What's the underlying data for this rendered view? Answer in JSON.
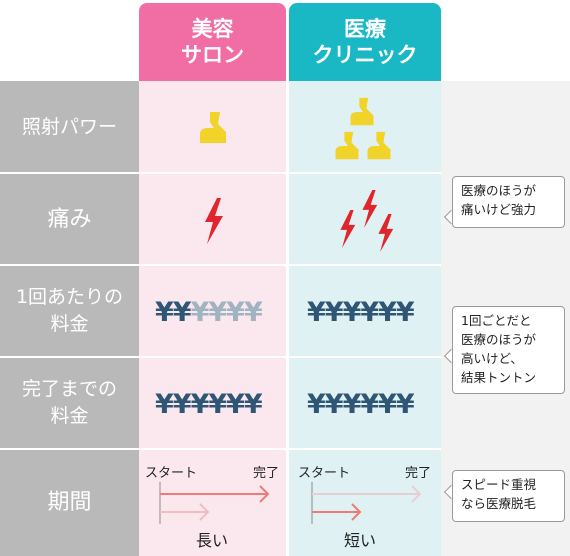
{
  "headers": {
    "salon": [
      "美容",
      "サロン"
    ],
    "clinic": [
      "医療",
      "クリニック"
    ]
  },
  "rows": {
    "power": [
      "照射パワー"
    ],
    "pain": [
      "痛み"
    ],
    "per_session": [
      "1回あたりの",
      "料金"
    ],
    "total": [
      "完了までの",
      "料金"
    ],
    "period": [
      "期間"
    ]
  },
  "yen": {
    "salon_per_session_strong": "¥¥",
    "salon_per_session_dim": "¥¥¥¥",
    "clinic_per_session": "¥¥¥¥¥¥",
    "salon_total": "¥¥¥¥¥¥",
    "clinic_total": "¥¥¥¥¥¥"
  },
  "period": {
    "start": "スタート",
    "end": "完了",
    "salon_caption": "長い",
    "clinic_caption": "短い"
  },
  "notes": {
    "pain": [
      "医療のほうが",
      "痛いけど強力"
    ],
    "cost": [
      "1回ごとだと",
      "医療のほうが",
      "高いけど、",
      "結果トントン"
    ],
    "period": [
      "スピード重視",
      "なら医療脱毛"
    ]
  },
  "colors": {
    "salon_header": "#f06ea4",
    "clinic_header": "#1ab8c4",
    "label_bg": "#b9b9b9",
    "yen": "#2f5675",
    "lightning": "#e0262b",
    "arm": "#f2d32a",
    "arrow": "#f07a78"
  },
  "icons": {
    "power": "flexed-arm-icon",
    "pain": "lightning-icon"
  }
}
